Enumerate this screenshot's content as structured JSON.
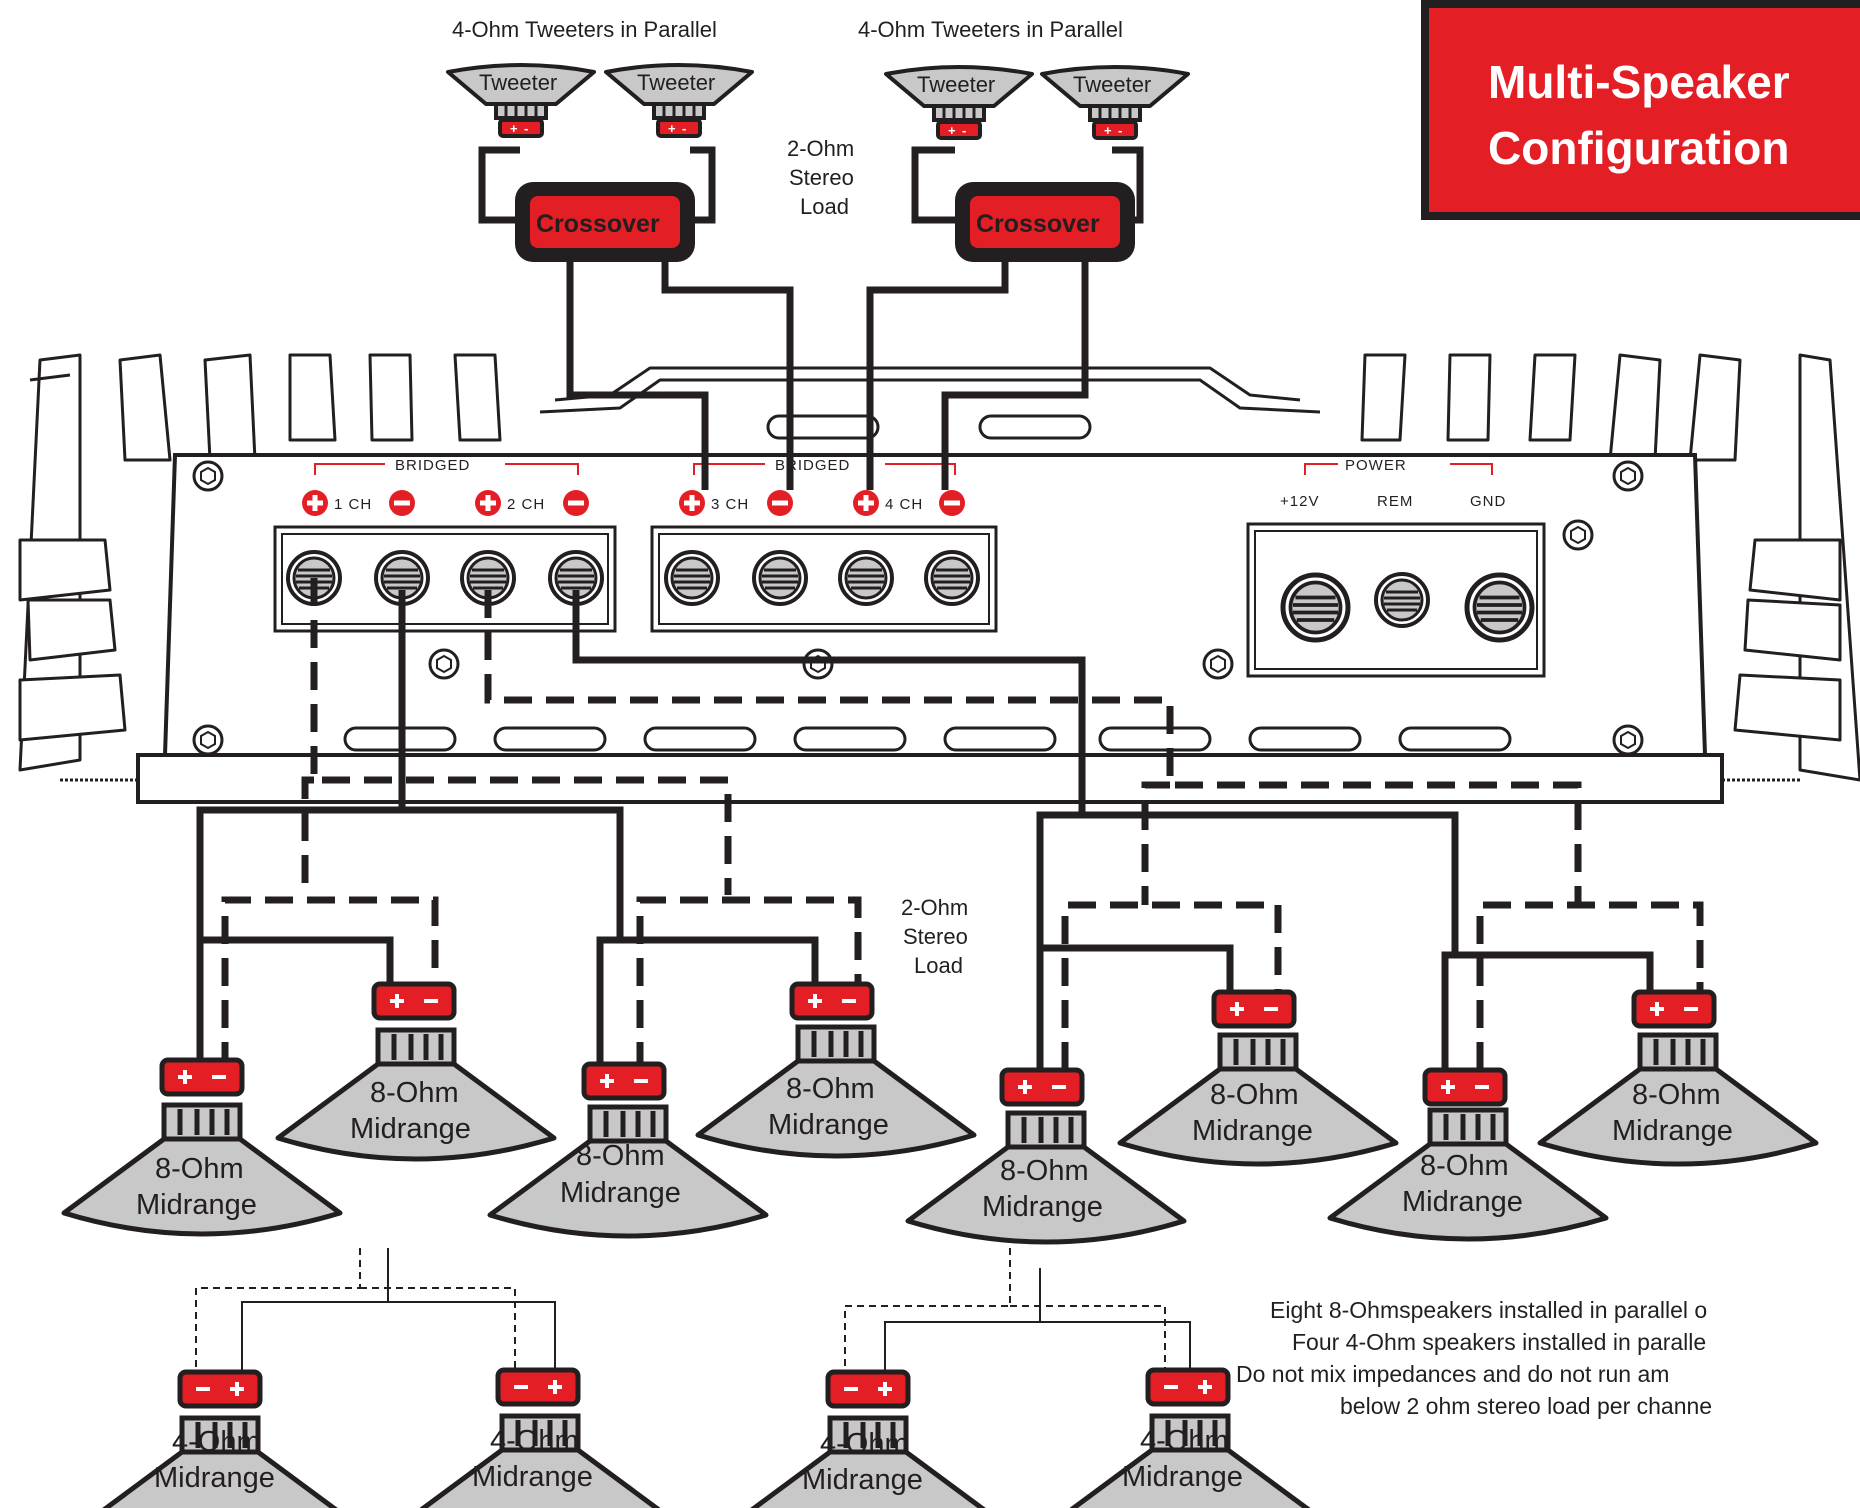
{
  "title": {
    "line1": "Multi-Speaker",
    "line2": "Configuration"
  },
  "tweeter_groups": [
    {
      "heading": "4-Ohm Tweeters in Parallel",
      "tweeters": [
        "Tweeter",
        "Tweeter"
      ],
      "crossover": "Crossover"
    },
    {
      "heading": "4-Ohm Tweeters in Parallel",
      "tweeters": [
        "Tweeter",
        "Tweeter"
      ],
      "crossover": "Crossover"
    }
  ],
  "loads": [
    {
      "line1": "2-Ohm",
      "line2": "Stereo",
      "line3": "Load"
    },
    {
      "line1": "2-Ohm",
      "line2": "Stereo",
      "line3": "Load"
    }
  ],
  "amplifier": {
    "bridged_label": "BRIDGED",
    "channels": [
      "1 CH",
      "2 CH",
      "3 CH",
      "4 CH"
    ],
    "power_label": "POWER",
    "power_terminals": [
      "+12V",
      "REM",
      "GND"
    ]
  },
  "midranges_8ohm": [
    {
      "line1": "8-Ohm",
      "line2": "Midrange"
    },
    {
      "line1": "8-Ohm",
      "line2": "Midrange"
    },
    {
      "line1": "8-Ohm",
      "line2": "Midrange"
    },
    {
      "line1": "8-Ohm",
      "line2": "Midrange"
    },
    {
      "line1": "8-Ohm",
      "line2": "Midrange"
    },
    {
      "line1": "8-Ohm",
      "line2": "Midrange"
    },
    {
      "line1": "8-Ohm",
      "line2": "Midrange"
    },
    {
      "line1": "8-Ohm",
      "line2": "Midrange"
    }
  ],
  "midranges_4ohm": [
    {
      "line1": "4-Ohm",
      "line2": "Midrange"
    },
    {
      "line1": "4-Ohm",
      "line2": "Midrange"
    },
    {
      "line1": "4-Ohm",
      "line2": "Midrange"
    },
    {
      "line1": "4-Ohm",
      "line2": "Midrange"
    }
  ],
  "note": [
    "Eight 8-Ohmspeakers installed in parallel o",
    "Four 4-Ohm speakers installed in paralle",
    "Do not mix impedances and do not run am",
    "below 2 ohm stereo load per channe"
  ],
  "colors": {
    "accent_red": "#e31e24",
    "speaker_gray": "#c8c8c8",
    "ink": "#231f20"
  }
}
